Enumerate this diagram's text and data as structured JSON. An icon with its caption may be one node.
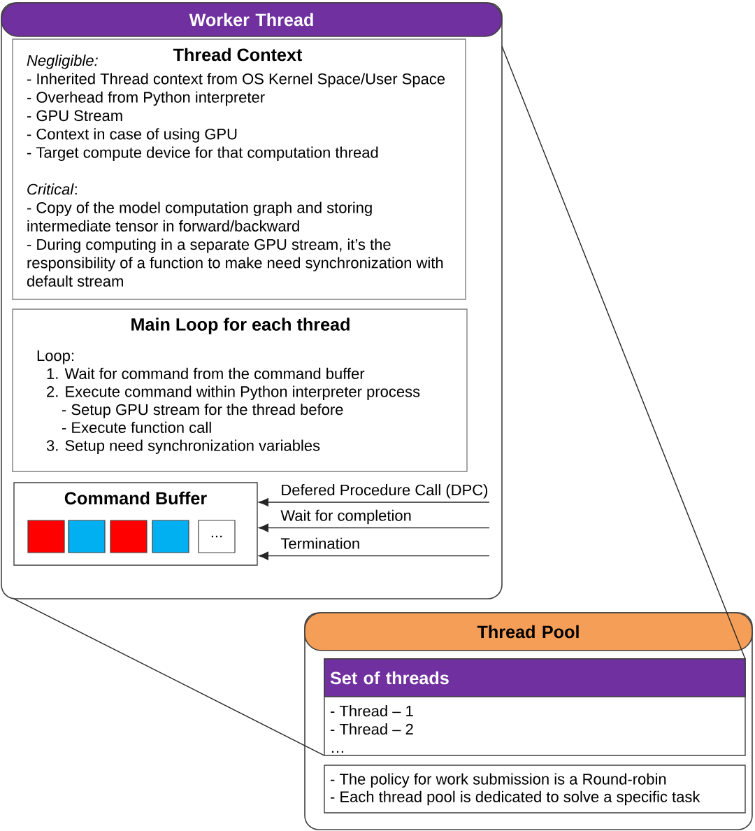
{
  "diagram": {
    "nodes": [
      {
        "text": [
          "Worker Thread"
        ]
      },
      {
        "text": [
          "Thread Context",
          "Negligible:",
          "- Inherited Thread context from OS Kernel Space/User Space",
          "- Overhead from Python interpreter",
          "- GPU Stream",
          "- Context in case of using GPU",
          "- Target compute device for that computation thread",
          "*Critical*:",
          "- Copy of the model computation graph and storing intermediate tensor in forward/backward",
          "- During computing in a separate GPU stream, it’s the responsibility of a function to make need synchronization with default stream"
        ],
        "in": 0
      },
      {
        "text": [
          "Main Loop for each thread",
          "Loop:",
          "1. Wait for command from the command buffer",
          "2. Execute command within Python interpreter process",
          "- Setup GPU stream for the thread before",
          "- Execute function call",
          "3. Setup need synchronization variables"
        ],
        "in": 0
      },
      {
        "text": [
          "Command Buffer"
        ],
        "in": 0
      },
      {
        "text": [],
        "shape": "box",
        "in": 3
      },
      {
        "text": [],
        "shape": "box",
        "in": 3
      },
      {
        "text": [],
        "shape": "box",
        "in": 3
      },
      {
        "text": [],
        "shape": "box",
        "in": 3
      },
      {
        "text": [
          "..."
        ],
        "in": 3
      },
      {
        "text": [
          "Thread Pool"
        ]
      },
      {
        "text": [
          "Set of threads",
          "- Thread – 1",
          "- Thread – 2",
          "…"
        ],
        "in": 9
      },
      {
        "text": [
          "- The policy for work submission is a Round-robin",
          "- Each thread pool is dedicated to solve a specific task"
        ],
        "in": 9
      }
    ],
    "edges": [
      {
        "from": null,
        "to": 3,
        "arrow": "to",
        "label": "Defered Procedure Call (DPC)"
      },
      {
        "from": null,
        "to": 3,
        "arrow": "to",
        "label": "Wait for completion"
      },
      {
        "from": null,
        "to": 3,
        "arrow": "to",
        "label": "Termination"
      },
      {
        "from": 0,
        "to": 10,
        "arrow": "none"
      },
      {
        "from": 0,
        "to": 10,
        "arrow": "none"
      }
    ]
  }
}
